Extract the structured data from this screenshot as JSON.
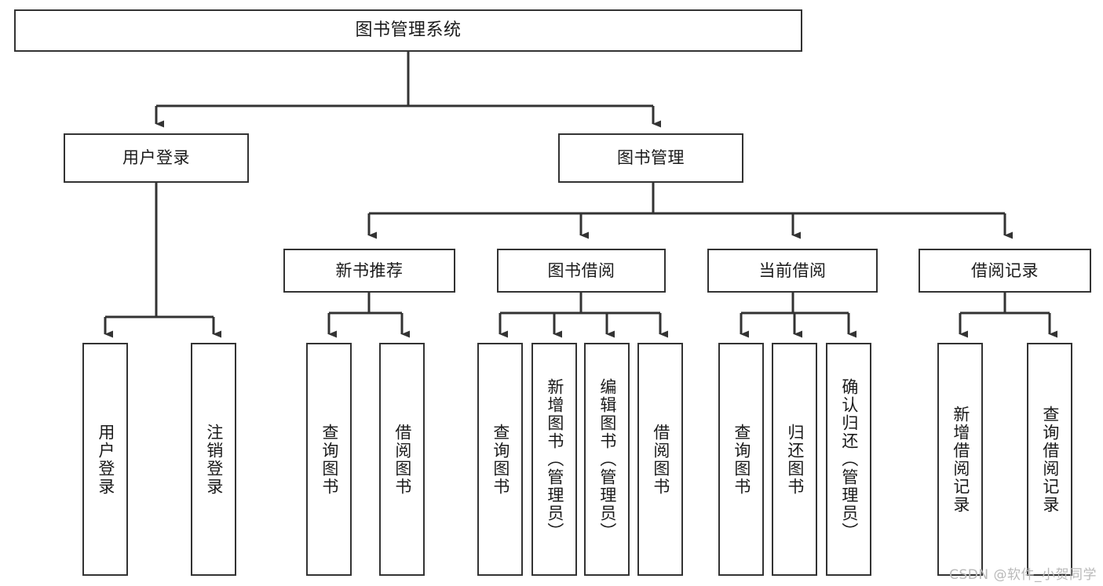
{
  "diagram": {
    "title": "图书管理系统",
    "type": "hierarchy-tree",
    "watermark": "CSDN @软件_小贺同学",
    "colors": {
      "box_border": "#333333",
      "box_fill": "#ffffff",
      "edge": "#333333",
      "text": "#1a1a1a",
      "watermark": "#b9b9b9"
    },
    "nodes": {
      "root": {
        "label": "图书管理系统",
        "level": 1,
        "orientation": "horizontal"
      },
      "l2": [
        {
          "id": "user-login",
          "label": "用户登录",
          "level": 2,
          "orientation": "horizontal"
        },
        {
          "id": "book-manage",
          "label": "图书管理",
          "level": 2,
          "orientation": "horizontal"
        }
      ],
      "l3": [
        {
          "id": "new-book-recommend",
          "label": "新书推荐",
          "level": 3,
          "orientation": "horizontal",
          "parent": "book-manage"
        },
        {
          "id": "book-borrow",
          "label": "图书借阅",
          "level": 3,
          "orientation": "horizontal",
          "parent": "book-manage"
        },
        {
          "id": "current-borrow",
          "label": "当前借阅",
          "level": 3,
          "orientation": "horizontal",
          "parent": "book-manage"
        },
        {
          "id": "borrow-record",
          "label": "借阅记录",
          "level": 3,
          "orientation": "horizontal",
          "parent": "book-manage"
        }
      ],
      "leaves": [
        {
          "id": "leaf-user-login",
          "label": "用户登录",
          "parent": "user-login"
        },
        {
          "id": "leaf-logout",
          "label": "注销登录",
          "parent": "user-login"
        },
        {
          "id": "leaf-query-book-1",
          "label": "查询图书",
          "parent": "new-book-recommend"
        },
        {
          "id": "leaf-borrow-book-1",
          "label": "借阅图书",
          "parent": "new-book-recommend"
        },
        {
          "id": "leaf-query-book-2",
          "label": "查询图书",
          "parent": "book-borrow"
        },
        {
          "id": "leaf-add-book",
          "label": "新增图书（管理员）",
          "parent": "book-borrow"
        },
        {
          "id": "leaf-edit-book",
          "label": "编辑图书（管理员）",
          "parent": "book-borrow"
        },
        {
          "id": "leaf-borrow-book-2",
          "label": "借阅图书",
          "parent": "book-borrow"
        },
        {
          "id": "leaf-query-book-3",
          "label": "查询图书",
          "parent": "current-borrow"
        },
        {
          "id": "leaf-return-book",
          "label": "归还图书",
          "parent": "current-borrow"
        },
        {
          "id": "leaf-confirm-return",
          "label": "确认归还（管理员）",
          "parent": "current-borrow"
        },
        {
          "id": "leaf-add-record",
          "label": "新增借阅记录",
          "parent": "borrow-record"
        },
        {
          "id": "leaf-query-record",
          "label": "查询借阅记录",
          "parent": "borrow-record"
        }
      ]
    }
  }
}
